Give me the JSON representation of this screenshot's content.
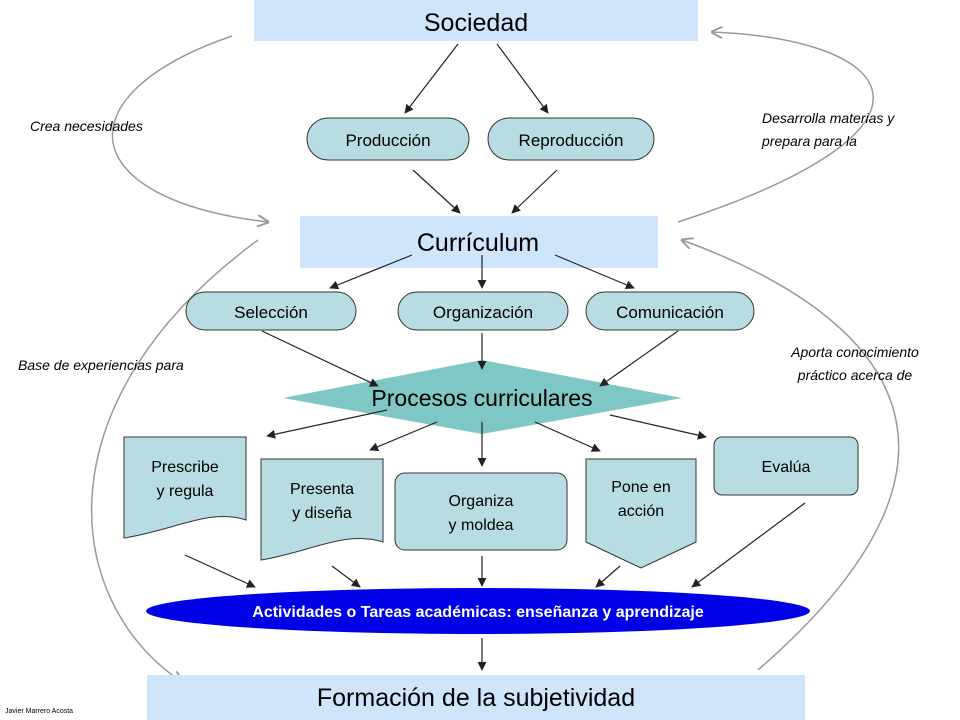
{
  "top": {
    "title": "Sociedad"
  },
  "middle": {
    "title": "Currículum"
  },
  "bottom": {
    "title": "Formación de la subjetividad"
  },
  "society_outputs": [
    "Producción",
    "Reproducción"
  ],
  "curriculum_functions": [
    "Selección",
    "Organización",
    "Comunicación"
  ],
  "process": {
    "title": "Procesos curriculares"
  },
  "process_steps": {
    "prescribe": [
      "Prescribe",
      "y regula"
    ],
    "presenta": [
      "Presenta",
      "y diseña"
    ],
    "organiza": [
      "Organiza",
      "y moldea"
    ],
    "pone": [
      "Pone en",
      "acción"
    ],
    "evalua": [
      "Evalúa"
    ]
  },
  "activities": {
    "label": "Actividades o Tareas académicas: enseñanza y aprendizaje"
  },
  "side_labels": {
    "crea": "Crea necesidades",
    "desarrolla": [
      "Desarrolla materias y",
      "prepara para la"
    ],
    "base": "Base de experiencias para",
    "aporta": [
      "Aporta conocimiento",
      "práctico acerca de"
    ]
  },
  "author": "Javier Marrero Acosta",
  "colors": {
    "light_box": "#cfe5fb",
    "pill": "#b7dde3",
    "diamond": "#7ec7c4",
    "ellipse": "#0000e6",
    "arrow": "#222222",
    "curve": "#9a9a9a"
  }
}
